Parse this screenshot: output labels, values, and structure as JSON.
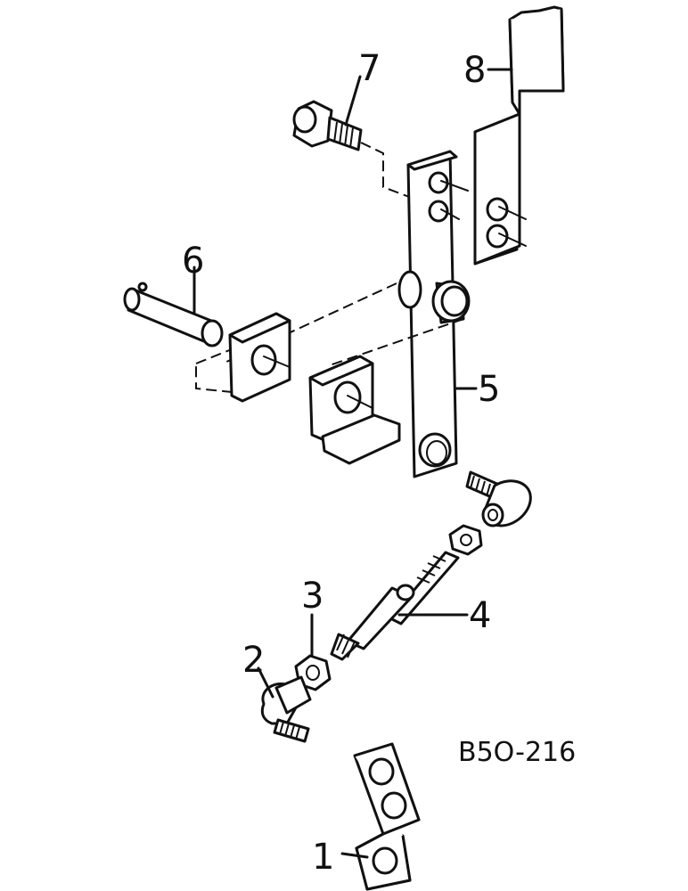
{
  "callouts": {
    "c1": "1",
    "c2": "2",
    "c3": "3",
    "c4": "4",
    "c5": "5",
    "c6": "6",
    "c7": "7",
    "c8": "8"
  },
  "reference_code": "B5O-216"
}
